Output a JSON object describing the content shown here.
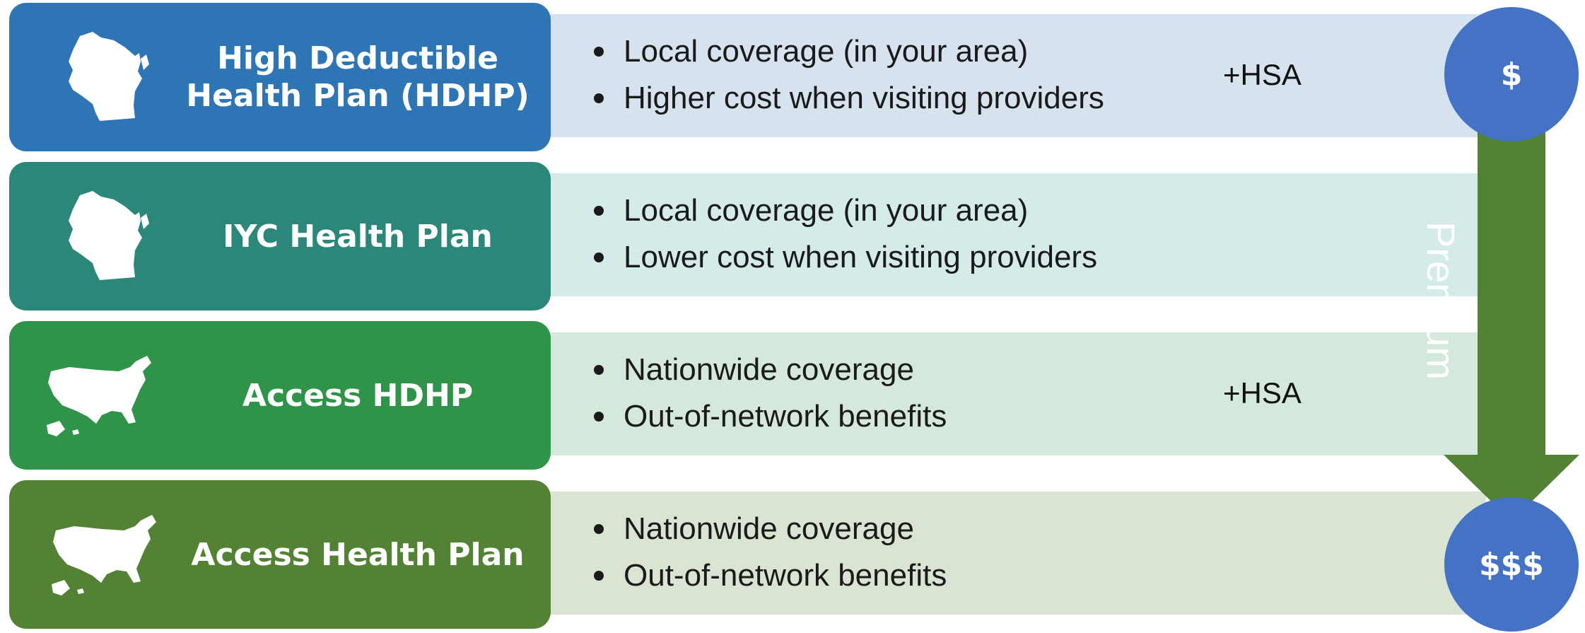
{
  "plans": [
    {
      "name": "High Deductible\nHealth Plan (HDHP)",
      "icon": "wisconsin-map-icon",
      "color": "#2e75b6",
      "band_color": "#d6e2ee",
      "bullets": [
        "Local coverage (in your area)",
        "Higher cost when visiting providers"
      ],
      "hsa": "+HSA"
    },
    {
      "name": "IYC Health Plan",
      "icon": "wisconsin-map-icon",
      "color": "#2a8779",
      "band_color": "#d4ebea",
      "bullets": [
        "Local coverage (in your area)",
        "Lower cost when visiting providers"
      ],
      "hsa": ""
    },
    {
      "name": "Access HDHP",
      "icon": "usa-map-icon",
      "color": "#2f9449",
      "band_color": "#d4e8dc",
      "bullets": [
        "Nationwide coverage",
        "Out-of-network benefits"
      ],
      "hsa": "+HSA"
    },
    {
      "name": "Access Health Plan",
      "icon": "usa-map-icon",
      "color": "#548235",
      "band_color": "#d9e5d2",
      "bullets": [
        "Nationwide coverage",
        "Out-of-network benefits"
      ],
      "hsa": ""
    }
  ],
  "premium": {
    "label": "Premium",
    "low_label": "$",
    "high_label": "$$$",
    "arrow_color": "#548235",
    "circle_color": "#4472c4"
  }
}
